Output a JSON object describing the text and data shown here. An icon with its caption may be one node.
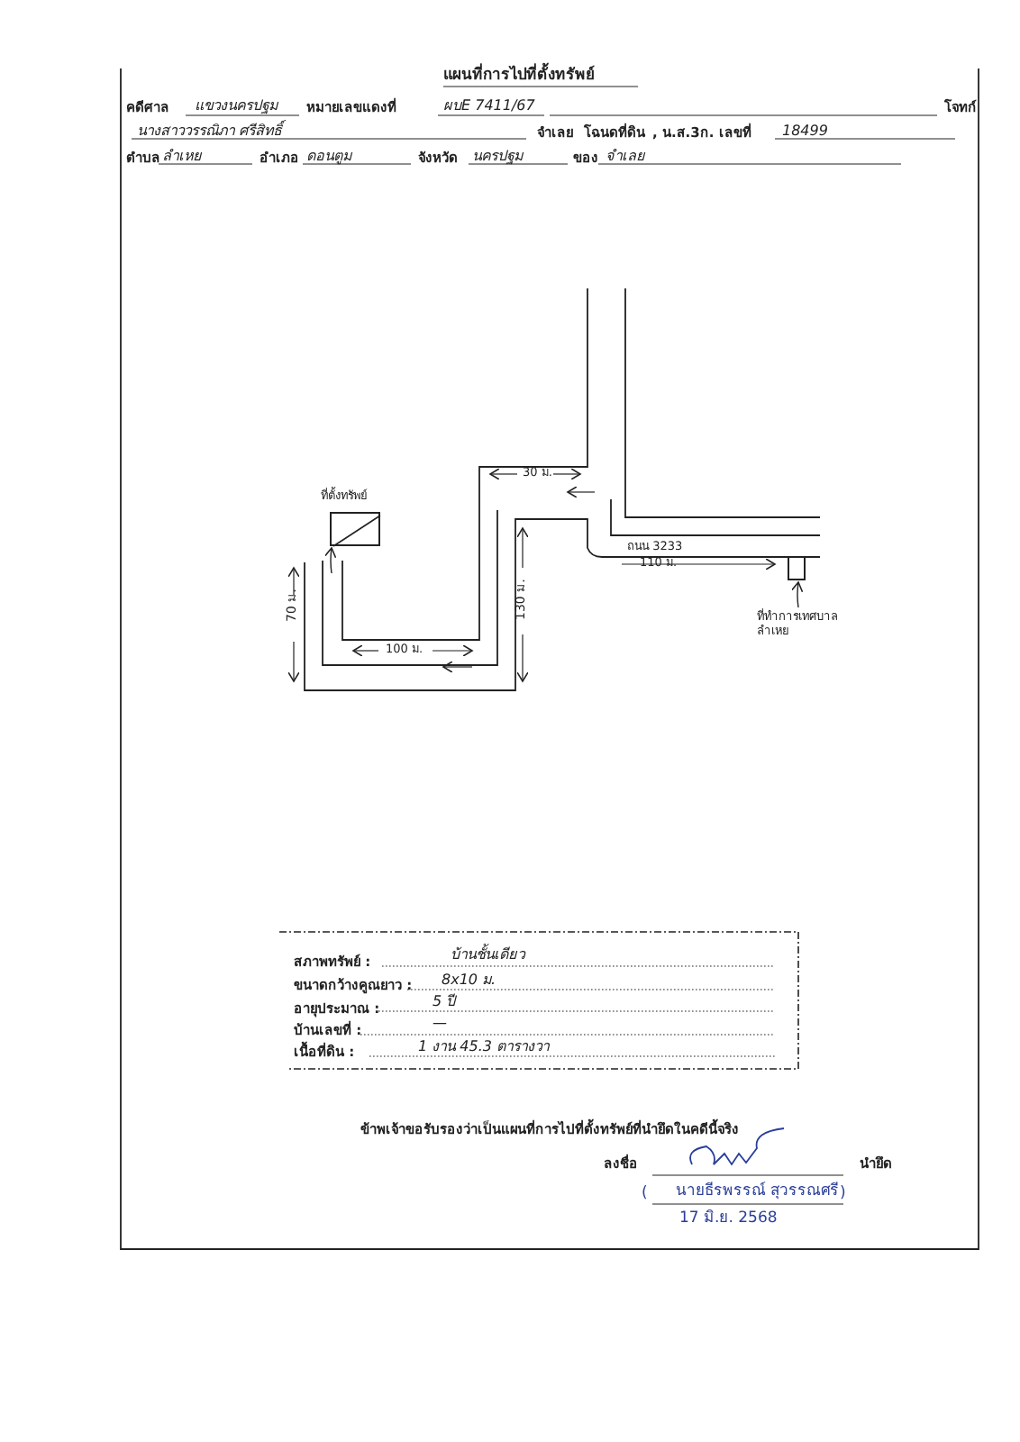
{
  "diagram": {
    "title": "แผนที่การไปที่ตั้งทรัพย์",
    "nodes": [
      {
        "text": [],
        "shape": "box",
        "beside": [
          "ที่ตั้งทรัพย์"
        ]
      },
      {
        "text": [],
        "shape": "box"
      },
      {
        "text": [
          "ที่ทำการเทศบาล ลำเหย"
        ]
      }
    ],
    "edges": [
      {
        "from": 2,
        "to": 1,
        "arrow": "to"
      },
      {
        "from": null,
        "to": 0,
        "arrow": "to"
      }
    ],
    "labels": [
      "คดีศาล",
      "แขวงนครปฐม",
      "หมายเลขแดงที่",
      "ผบE 7411/67",
      "โจทก์",
      "นางสาววรรณิภา ศรีสิทธิ์",
      "จำเลย",
      "โฉนดที่ดิน",
      ", น.ส.3ก. เลขที่",
      "18499",
      "ตำบล",
      "ลำเหย",
      "อำเภอ",
      "ดอนตูม",
      "จังหวัด",
      "นครปฐม",
      "ของ",
      "จำเลย",
      "30 ม.",
      "ถนน 3233",
      "110 ม.",
      "70 ม.",
      "130 ม.",
      "100 ม.",
      "สภาพทรัพย์ :",
      "บ้านชั้นเดียว",
      "ขนาดกว้างคูณยาว :",
      "8x10 ม.",
      "อายุประมาณ :",
      "5 ปี",
      "บ้านเลขที่ :",
      "—",
      "เนื้อที่ดิน :",
      "1 งาน 45.3 ตารางวา",
      "ข้าพเจ้าขอรับรองว่าเป็นแผนที่การไปที่ตั้งทรัพย์ที่นำยึดในคดีนี้จริง",
      "ลงชื่อ",
      "นำยึด",
      "(",
      "นายธีรพรรณ์ สุวรรณศรี",
      ")",
      "17 มิ.ย. 2568"
    ]
  }
}
